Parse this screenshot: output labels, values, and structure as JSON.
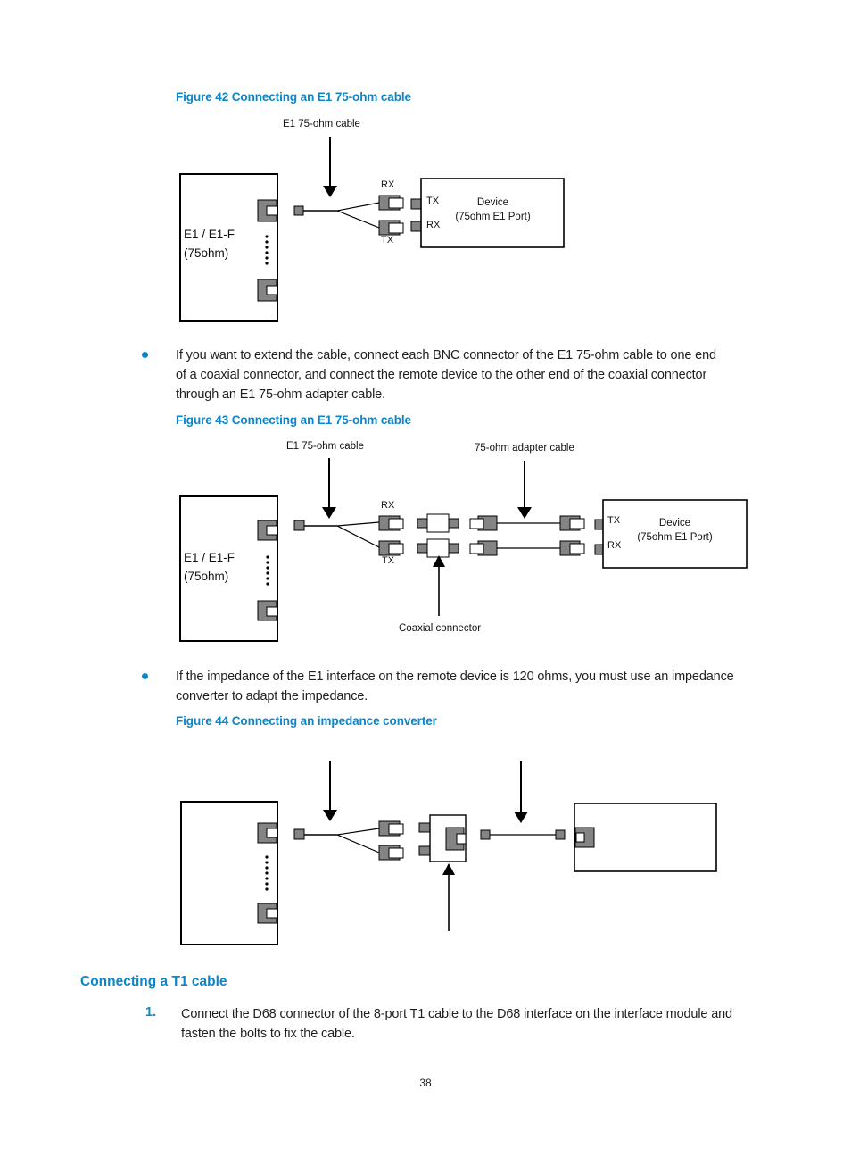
{
  "page": {
    "number": "38",
    "accent_color": "#0b86c8",
    "connector_gray": "#848484"
  },
  "figure42": {
    "caption": "Figure 42 Connecting an E1 75-ohm cable",
    "cable_label": "E1 75-ohm cable",
    "rx_label": "RX",
    "tx_label": "TX",
    "left_box": {
      "line1": "E1 / E1-F",
      "line2": "(75ohm)"
    },
    "device_tx": "TX",
    "device_rx": "RX",
    "device_box": {
      "line1": "Device",
      "line2": "(75ohm E1 Port)"
    }
  },
  "bullet1": {
    "lines": [
      "If you want to extend the cable, connect each BNC connector of the E1 75-ohm cable to one end",
      "of a coaxial connector, and connect the remote device to the other end of the coaxial connector",
      "through an E1 75-ohm adapter cable."
    ]
  },
  "figure43": {
    "caption": "Figure 43 Connecting an E1 75-ohm cable",
    "cable_label": "E1 75-ohm cable",
    "adapter_label": "75-ohm adapter cable",
    "coax_label": "Coaxial connector",
    "rx_label": "RX",
    "tx_label": "TX",
    "left_box": {
      "line1": "E1 / E1-F",
      "line2": "(75ohm)"
    },
    "device_tx": "TX",
    "device_rx": "RX",
    "device_box": {
      "line1": "Device",
      "line2": "(75ohm E1 Port)"
    }
  },
  "bullet2": {
    "lines": [
      "If the impedance of the E1 interface on the remote device is 120 ohms, you must use an impedance",
      "converter to adapt the impedance."
    ]
  },
  "figure44": {
    "caption": "Figure 44 Connecting an impedance converter"
  },
  "section": {
    "title": "Connecting a T1 cable",
    "step1_number": "1.",
    "step1_lines": [
      "Connect the D68 connector of the 8-port T1 cable to the D68 interface on the interface module and",
      "fasten the bolts to fix the cable."
    ]
  }
}
